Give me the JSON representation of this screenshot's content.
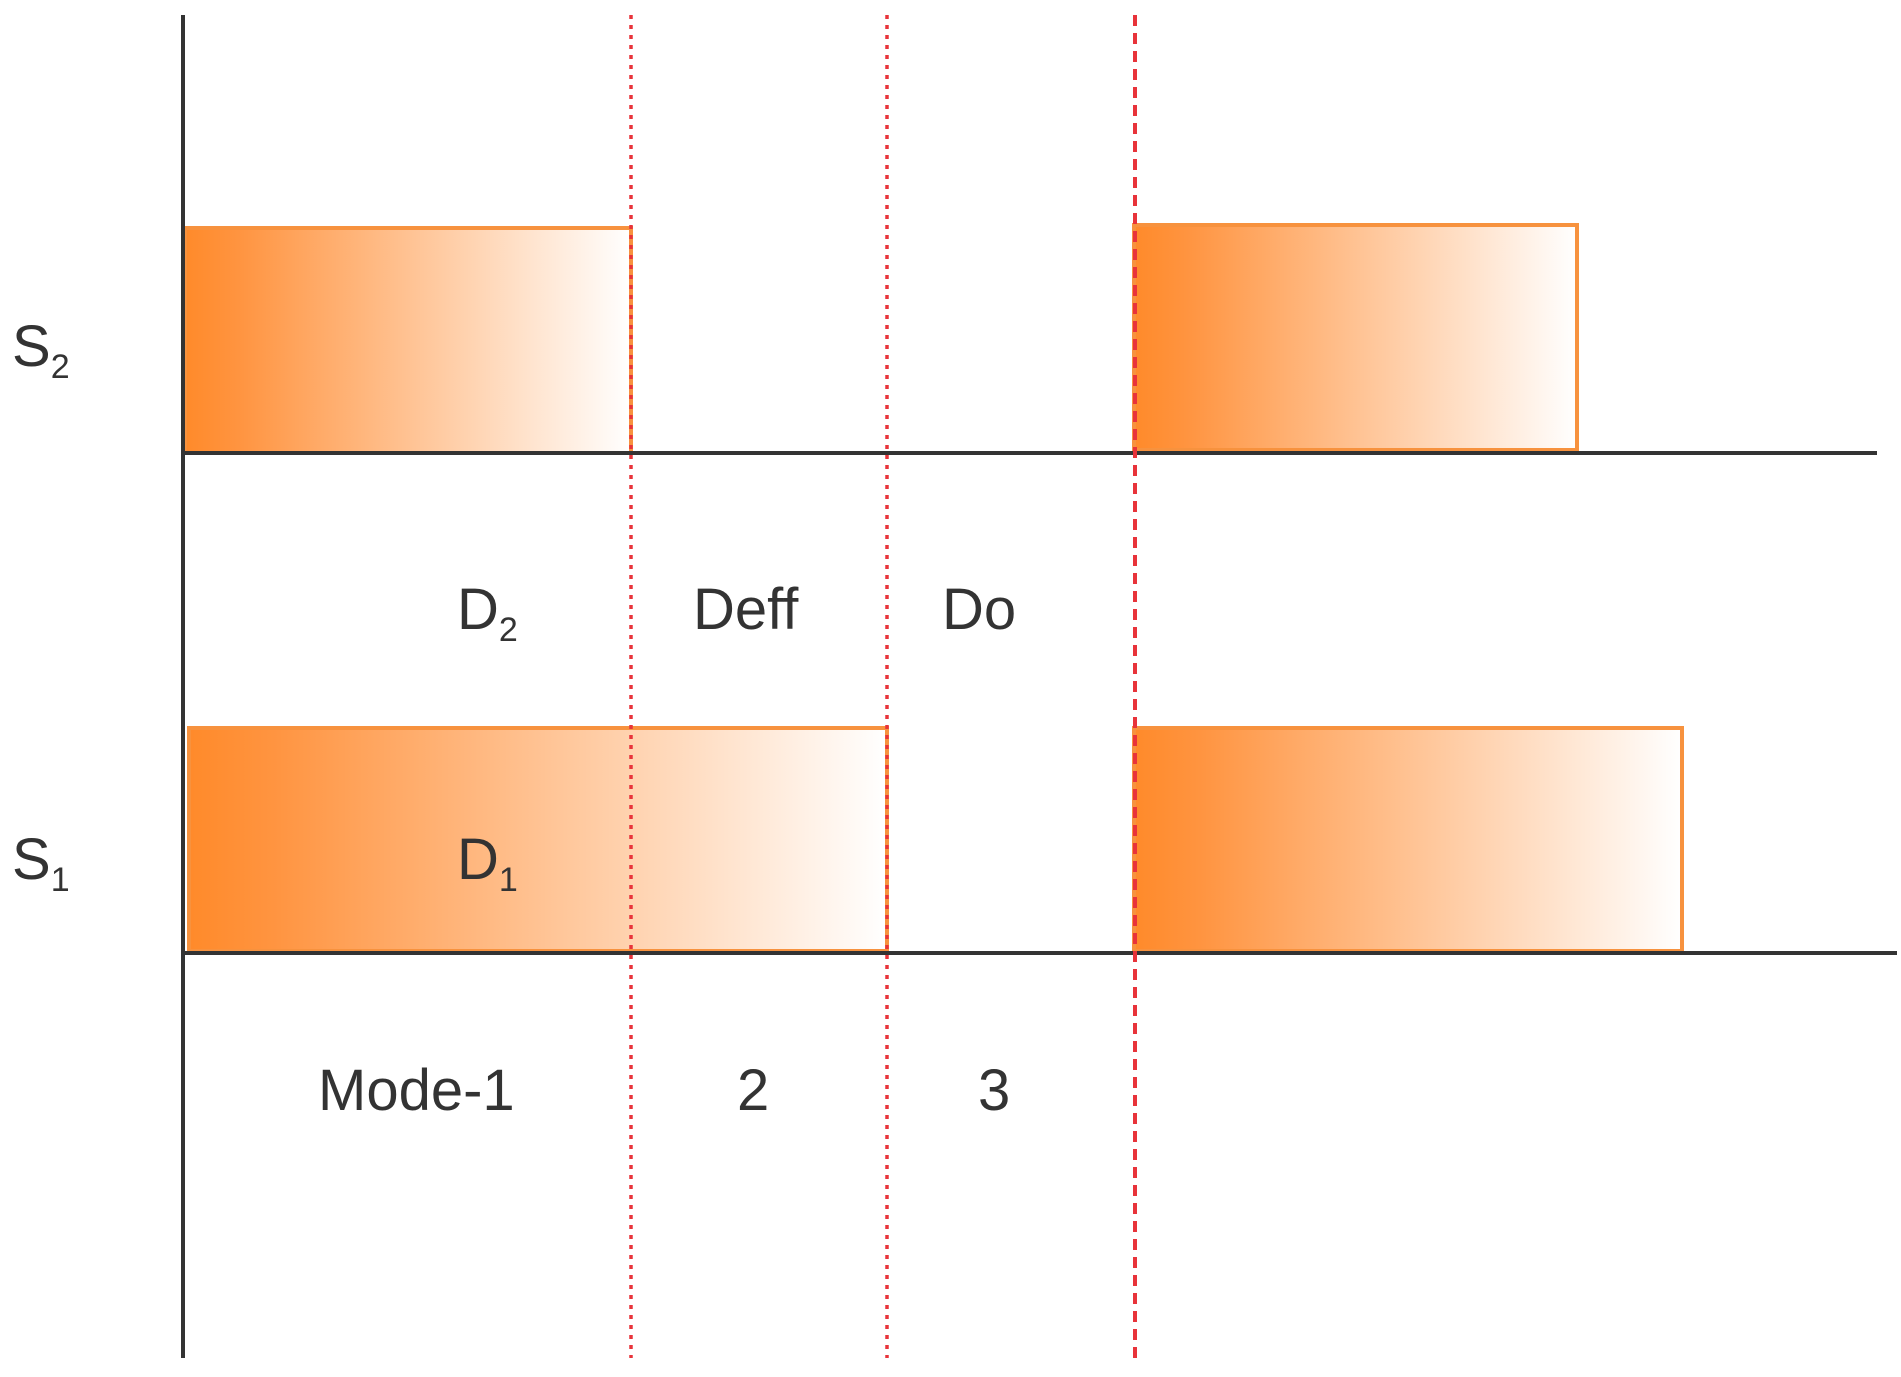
{
  "signals": {
    "s2": {
      "main": "S",
      "subscript": "2"
    },
    "s1": {
      "main": "S",
      "subscript": "1"
    }
  },
  "durations": {
    "d2": {
      "main": "D",
      "subscript": "2"
    },
    "d1": {
      "main": "D",
      "subscript": "1"
    },
    "deff": "Deff",
    "do": "Do"
  },
  "modes": {
    "mode1": "Mode-1",
    "mode2": "2",
    "mode3": "3"
  },
  "colors": {
    "pulse_fill": "#ff8a2a",
    "pulse_border": "#f7923e",
    "axis": "#333333",
    "boundary": "#e8333a"
  }
}
